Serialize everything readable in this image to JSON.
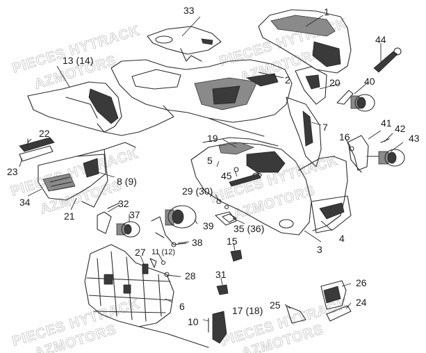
{
  "watermarks": [
    "PIECES HYTRACK",
    "AZMOTORS",
    "PIECES HYTRACK",
    "AZMOTORS",
    "PIECES HYTRACK",
    "AZMOTORS",
    "PIECES HYTRACK",
    "AZMOTORS",
    "PIECES HYTRACK",
    "AZMOTORS",
    "PIECES HYTRACK",
    "AZMOTORS"
  ],
  "callouts": [
    "1",
    "2",
    "3",
    "4",
    "5",
    "6",
    "7",
    "8 (9)",
    "10",
    "11 (12)",
    "13 (14)",
    "15",
    "16",
    "17 (18)",
    "19",
    "20",
    "21",
    "22",
    "23",
    "24",
    "25",
    "26",
    "27",
    "28",
    "29 (30)",
    "31",
    "32",
    "33",
    "34",
    "35 (36)",
    "37",
    "38",
    "39",
    "40",
    "41",
    "42",
    "43",
    "44",
    "45"
  ]
}
